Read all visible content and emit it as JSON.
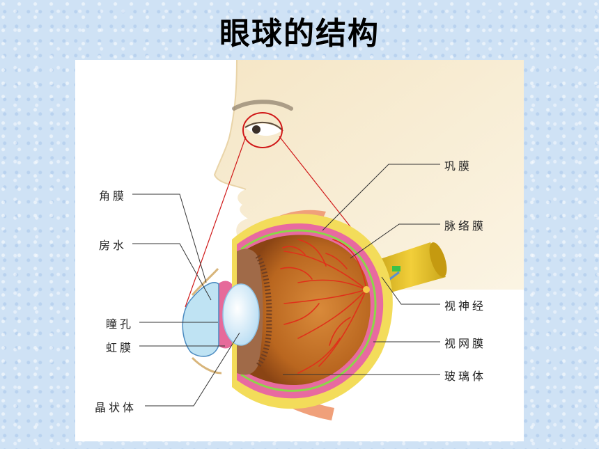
{
  "title": "眼球的结构",
  "labels": {
    "cornea": "角膜",
    "aqueous_humor": "房水",
    "pupil": "瞳孔",
    "iris": "虹膜",
    "lens": "晶状体",
    "sclera": "巩膜",
    "choroid": "脉络膜",
    "optic_nerve": "视神经",
    "retina": "视网膜",
    "vitreous_body": "玻璃体"
  },
  "colors": {
    "background": "#cfe2f5",
    "sclera": "#f3dc5a",
    "choroid": "#e86aa0",
    "vitreous": "#b9661f",
    "retina_vessels": "#e0301a",
    "callout_line": "#333333",
    "focus_circle": "#d01818"
  }
}
